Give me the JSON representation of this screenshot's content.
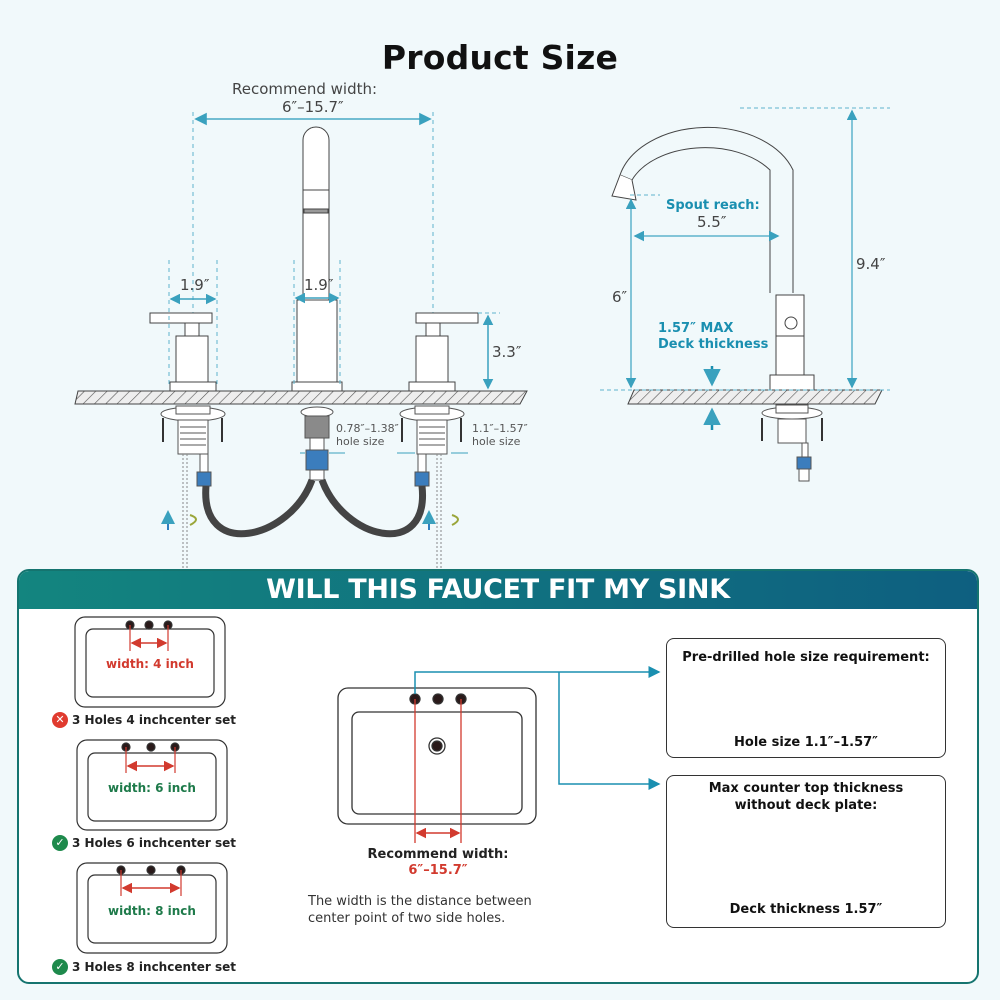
{
  "title": "Product Size",
  "front_view": {
    "recommend_width_label": "Recommend width:",
    "recommend_width_value": "6″–15.7″",
    "handle_width": "1.9″",
    "spout_base_width": "1.9″",
    "handle_height": "3.3″",
    "center_hole_size_value": "0.78″–1.38″",
    "center_hole_size_label": "hole size",
    "side_hole_size_value": "1.1″–1.57″",
    "side_hole_size_label": "hole size"
  },
  "side_view": {
    "spout_reach_label": "Spout reach:",
    "spout_reach_value": "5.5″",
    "spout_height": "6″",
    "total_height": "9.4″",
    "deck_thickness_line1": "1.57″ MAX",
    "deck_thickness_line2": "Deck thickness"
  },
  "fit_section": {
    "banner": "WILL THIS FAUCET FIT MY SINK",
    "accent_color": "#13857f",
    "sinks": [
      {
        "width_label": "width: 4 inch",
        "caption": "3 Holes 4 inchcenter set",
        "fits": false,
        "status_icon": "x-circle-icon",
        "label_color": "#d23a2e"
      },
      {
        "width_label": "width: 6 inch",
        "caption": "3 Holes 6 inchcenter set",
        "fits": true,
        "status_icon": "check-circle-icon",
        "label_color": "#1e7a4a"
      },
      {
        "width_label": "width: 8 inch",
        "caption": "3 Holes 8 inchcenter set",
        "fits": true,
        "status_icon": "check-circle-icon",
        "label_color": "#1e7a4a"
      }
    ],
    "main_sink": {
      "recommend_label": "Recommend width:",
      "recommend_value": "6″–15.7″",
      "note_line1": "The width is the distance between",
      "note_line2": "center point of two side holes."
    },
    "hole_box": {
      "title": "Pre-drilled hole size requirement:",
      "footer": "Hole size 1.1″–1.57″"
    },
    "thickness_box": {
      "title_line1": "Max counter top thickness",
      "title_line2": "without deck plate:",
      "footer": "Deck thickness 1.57″"
    }
  }
}
